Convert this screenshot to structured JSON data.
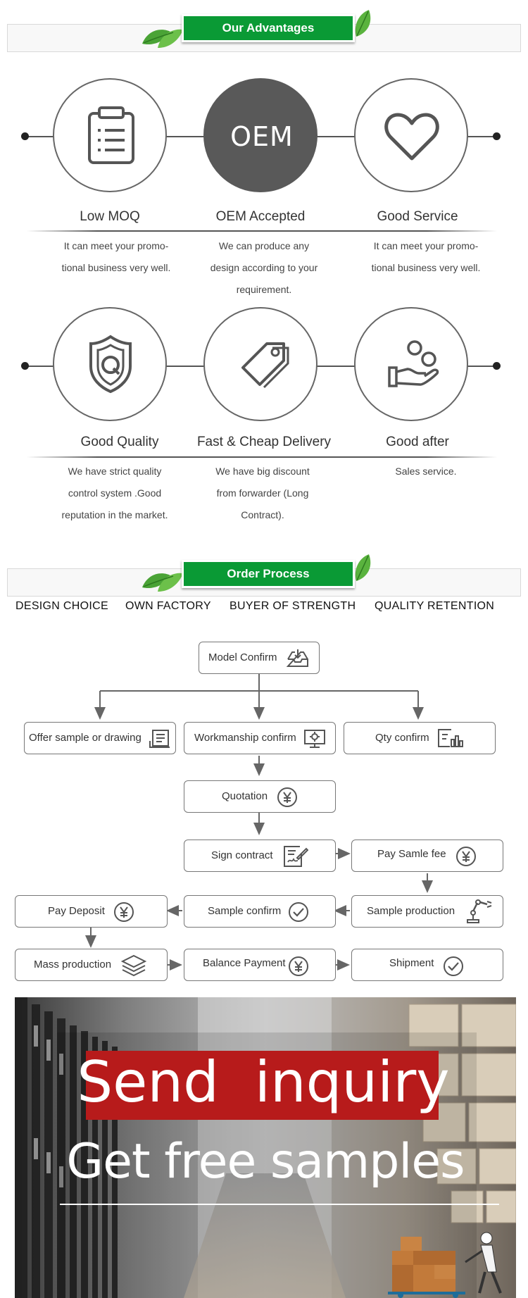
{
  "advantages_header": {
    "title": "Our Advantages"
  },
  "advantages": [
    {
      "title": "Low MOQ",
      "desc": [
        "It can meet your promo-",
        "tional business very well."
      ]
    },
    {
      "title": "OEM Accepted",
      "badge": "OEM",
      "desc": [
        "We can produce any",
        "design according to your",
        "requirement."
      ]
    },
    {
      "title": "Good Service",
      "desc": [
        "It can meet your promo-",
        "tional business very well."
      ]
    },
    {
      "title": "Good Quality",
      "desc": [
        "We have strict quality",
        "control system .Good",
        "reputation in the market."
      ]
    },
    {
      "title": "Fast & Cheap Delivery",
      "desc": [
        "We have big discount",
        "from forwarder (Long",
        "Contract)."
      ]
    },
    {
      "title": "Good after",
      "desc": [
        "Sales service."
      ]
    }
  ],
  "order_header": {
    "title": "Order Process"
  },
  "taglines": [
    "DESIGN CHOICE",
    "OWN FACTORY",
    "BUYER OF STRENGTH",
    "QUALITY RETENTION"
  ],
  "process": {
    "model_confirm": "Model Confirm",
    "offer_sample": "Offer sample or drawing",
    "workmanship": "Workmanship confirm",
    "qty_confirm": "Qty confirm",
    "quotation": "Quotation",
    "sign_contract": "Sign contract",
    "pay_sample_fee": "Pay Samle fee",
    "pay_deposit": "Pay Deposit",
    "sample_confirm": "Sample confirm",
    "sample_production": "Sample production",
    "mass_production": "Mass production",
    "balance_payment": "Balance Payment",
    "shipment": "Shipment"
  },
  "banner": {
    "line1": "Send  inquiry",
    "line2": "Get free samples"
  },
  "colors": {
    "green": "#0a9a35",
    "red": "#b71b1b",
    "gray_dark": "#595959"
  }
}
